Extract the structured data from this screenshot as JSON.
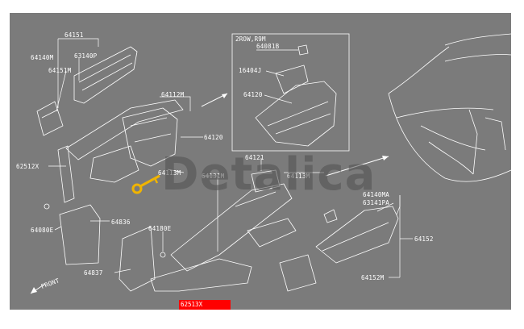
{
  "watermark": "Detalica",
  "highlight_label": "62513X",
  "front_label": "FRONT",
  "inset_title": "2ROW,R9M",
  "labels": {
    "l64151": "64151",
    "l64140M": "64140M",
    "l63140P": "63140P",
    "l64151M": "64151M",
    "l64112M": "64112M",
    "l64120a": "64120",
    "l62512X": "62512X",
    "l64113M": "64113M",
    "l64131M": "64131M",
    "l64121": "64121",
    "l64113M_r": "64113M",
    "l64080E": "64080E",
    "l64836": "64836",
    "l64180E": "64180E",
    "l64837": "64837",
    "l64081B": "64081B",
    "l16404J": "16404J",
    "l64120b": "64120",
    "l64140MA": "64140MA",
    "l63141PA": "63141PA",
    "l64152": "64152",
    "l64152M": "64152M"
  },
  "colors": {
    "background": "#7b7b7b",
    "lines": "#ffffff",
    "highlight": "#ff0000",
    "key_icon": "#f0b400"
  }
}
